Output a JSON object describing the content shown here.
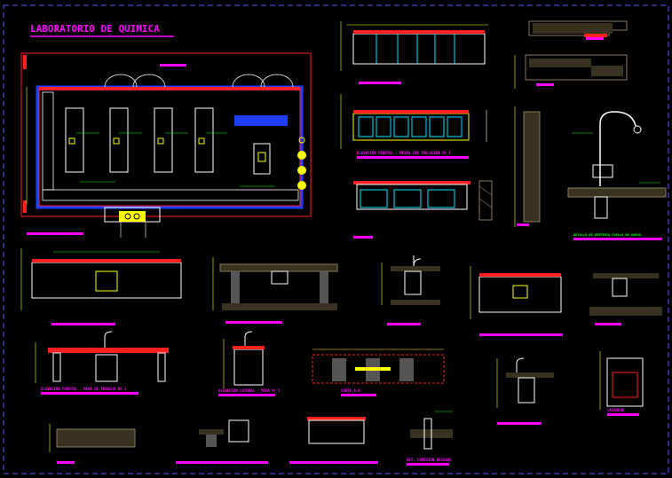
{
  "sheet": {
    "title": "LABORATORIO DE QUIMICA",
    "colors": {
      "background": "#000000",
      "frame": "#5a5aff",
      "title": "#ff00ff",
      "wall": "#ff2020",
      "line": "#ffffff",
      "dim": "#ffff00",
      "annotation": "#00ff00",
      "fixture": "#00e5ff",
      "accent_blue": "#2040ff",
      "hatch": "#8a7a60"
    },
    "captions": {
      "plan_note": "LABORATORIO DE QUIMICA",
      "elevation_1": "ELEVACION FRONTAL - MESAS CON TAB.ACERO Nº 1",
      "elevation_left": "ELEVACION FRONTAL - MESA DE TRABAJO Nº 1",
      "lateral": "ELEVACION LATERAL - MESA Nº 1",
      "section": "CORTE A-A",
      "cabinet": "LAVADERO",
      "sink_detail": "DETALLE DE GRIFERIA CUELLO DE GANSO",
      "connection": "DET. CONEXION DESAGUE"
    }
  }
}
